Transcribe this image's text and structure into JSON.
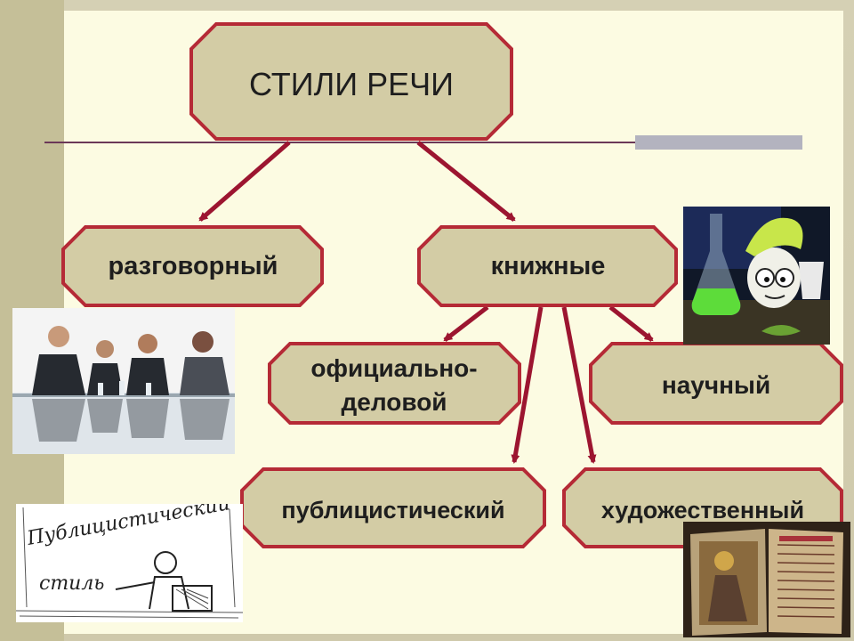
{
  "diagram": {
    "root": "СТИЛИ РЕЧИ",
    "level1": [
      "разговорный",
      "книжные"
    ],
    "bookish_children": [
      "официально-",
      "деловой",
      "научный",
      "публицистический",
      "художественный"
    ]
  },
  "images": {
    "meeting_photo": "business-meeting-photo",
    "science_photo": "chemistry-flask-cartoon-photo",
    "publicist_sketch_text": "Публицистический стиль",
    "old_book_photo": "ancient-manuscript-photo"
  },
  "colors": {
    "node_fill": "#d3cca5",
    "node_stroke": "#b52a36",
    "arrow": "#9c1530",
    "background": "#fcfbe2"
  }
}
